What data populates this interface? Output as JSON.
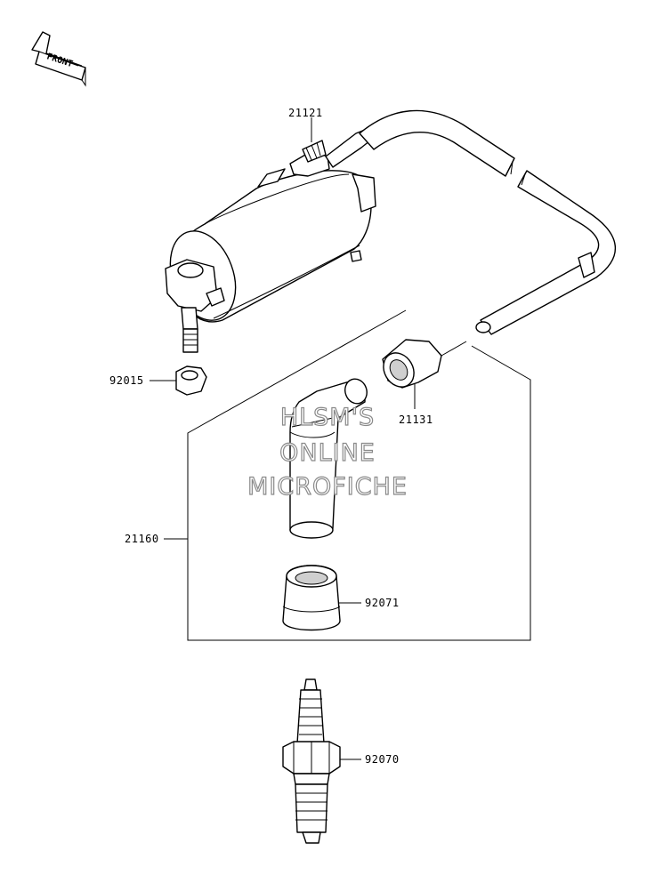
{
  "diagram": {
    "orientation_label": "FRONT",
    "parts": [
      {
        "id": "coil",
        "number": "21121"
      },
      {
        "id": "nut",
        "number": "92015"
      },
      {
        "id": "cap-cover",
        "number": "21131"
      },
      {
        "id": "plug-cap-assembly",
        "number": "21160"
      },
      {
        "id": "seal-boot",
        "number": "92071"
      },
      {
        "id": "spark-plug",
        "number": "92070"
      }
    ],
    "watermark": [
      "HLSM'S",
      "ONLINE",
      "MICROFICHE"
    ]
  }
}
